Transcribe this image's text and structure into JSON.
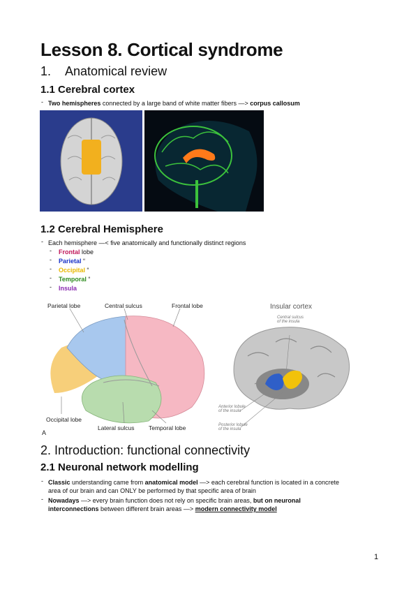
{
  "title": "Lesson 8. Cortical syndrome",
  "s1": {
    "heading": "1.    Anatomical review"
  },
  "s11": {
    "heading": "1.1 Cerebral cortex",
    "bullet_bold": "Two hemispheres",
    "bullet_mid": " connected by a large band of white matter fibers —> ",
    "bullet_end": "corpus callosum"
  },
  "s12": {
    "heading": "1.2 Cerebral Hemisphere",
    "intro": "Each hemisphere —< five anatomically and functionally distinct regions",
    "lobes": [
      {
        "name": "Frontal",
        "suffix": " lobe",
        "color": "#c0185a"
      },
      {
        "name": "Parietal",
        "suffix": " “",
        "color": "#1a33c8"
      },
      {
        "name": "Occipital",
        "suffix": " “",
        "color": "#e8b800"
      },
      {
        "name": "Temporal",
        "suffix": " “",
        "color": "#2e8b1f"
      },
      {
        "name": "Insula",
        "suffix": "",
        "color": "#8a2bb0"
      }
    ]
  },
  "figure_lobes": {
    "parietal": "Parietal lobe",
    "central": "Central sulcus",
    "frontal": "Frontal lobe",
    "occipital": "Occipital lobe",
    "lateral": "Lateral sulcus",
    "temporal": "Temporal lobe",
    "panel": "A"
  },
  "figure_insula": {
    "title": "Insular cortex",
    "central_sulcus": "Central sulcus\nof the insula",
    "anterior": "Anterior lobule\nof the insula",
    "posterior": "Posterior lobule\nof the insula"
  },
  "s2": {
    "heading": "2. Introduction: functional connectivity"
  },
  "s21": {
    "heading": "2.1 Neuronal network modelling",
    "b1_bold": "Classic",
    "b1_a": " understanding came from ",
    "b1_bold2": "anatomical model",
    "b1_b": " —> each cerebral function is located in a concrete",
    "b1_line2": "area of our brain and can ONLY be performed by that specific area of brain",
    "b2_bold": "Nowadays",
    "b2_a": " —> every brain function does not rely on specific brain areas, ",
    "b2_bold2": "but on neuronal",
    "b2_line2_bold": "interconnections",
    "b2_line2_a": " between different brain areas —> ",
    "b2_line2_link": "modern connectivity model"
  },
  "page_number": "1"
}
